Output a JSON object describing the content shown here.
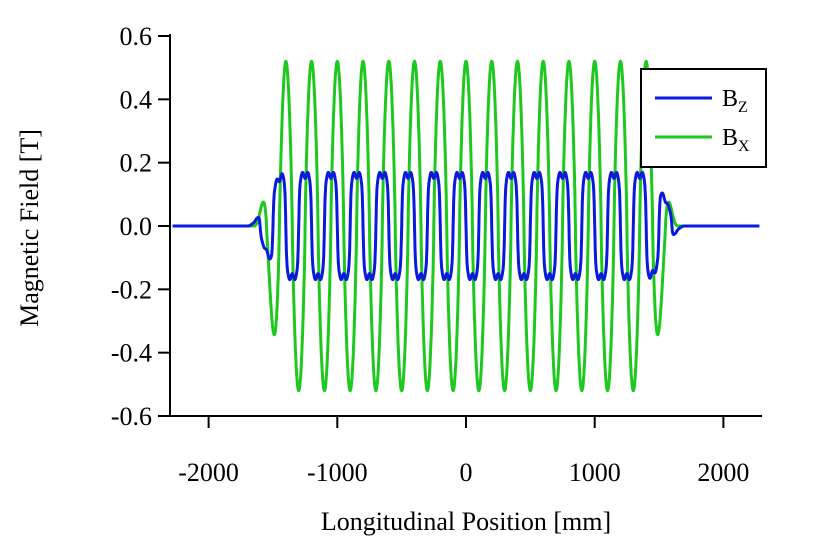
{
  "chart_data": {
    "type": "line",
    "title": "",
    "xlabel": "Longitudinal Position [mm]",
    "ylabel": "Magnetic Field [T]",
    "xlim": [
      -2300,
      2300
    ],
    "ylim": [
      -0.6,
      0.6
    ],
    "x_ticks": [
      -2000,
      -1000,
      0,
      1000,
      2000
    ],
    "x_tick_labels": [
      "-2000",
      "-1000",
      "0",
      "1000",
      "2000"
    ],
    "y_ticks": [
      0.6,
      0.4,
      0.2,
      0.0,
      -0.2,
      -0.4,
      -0.6
    ],
    "y_tick_labels": [
      "0.6",
      "0.4",
      "0.2",
      "0.0",
      "-0.2",
      "-0.4",
      "-0.6"
    ],
    "grid": false,
    "legend_position": "top-right",
    "series": [
      {
        "name": "B",
        "subscript": "Z",
        "color": "#0a1adc",
        "profile": {
          "period_mm": 200,
          "core_amplitude_T": 0.16,
          "flat_region_mm": [
            -1400,
            1400
          ],
          "end_region_mm": [
            -1700,
            1700
          ],
          "end_peak_T": 0.1,
          "baseline_mm": [
            -2280,
            2280
          ]
        }
      },
      {
        "name": "B",
        "subscript": "X",
        "color": "#1ec81e",
        "profile": {
          "period_mm": 200,
          "core_amplitude_T": 0.52,
          "flat_region_mm": [
            -1400,
            1400
          ],
          "end_region_mm": [
            -1650,
            1650
          ],
          "end_peak_T": 0.48,
          "overshoot_T": -0.55,
          "baseline_mm": [
            -2280,
            2280
          ]
        }
      }
    ]
  }
}
